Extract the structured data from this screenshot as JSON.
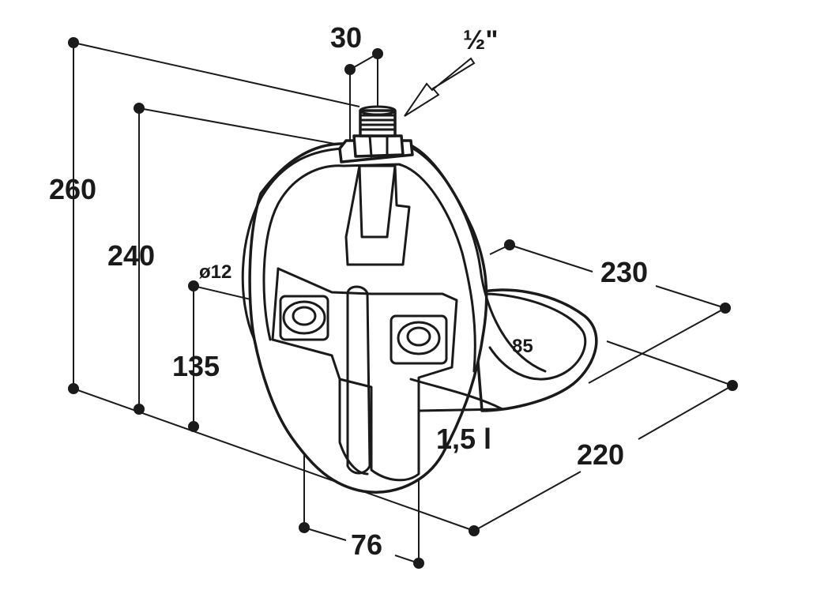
{
  "dimensions": {
    "overall_height": "260",
    "body_height": "240",
    "hole_height": "135",
    "hole_diameter": "ø12",
    "thread_width": "30",
    "thread_size": "½\"",
    "bowl_length": "230",
    "bowl_width": "220",
    "bowl_inner": "85",
    "hole_spacing": "76",
    "capacity": "1,5 l"
  },
  "colors": {
    "line": "#1a1a1a",
    "background": "#ffffff"
  }
}
